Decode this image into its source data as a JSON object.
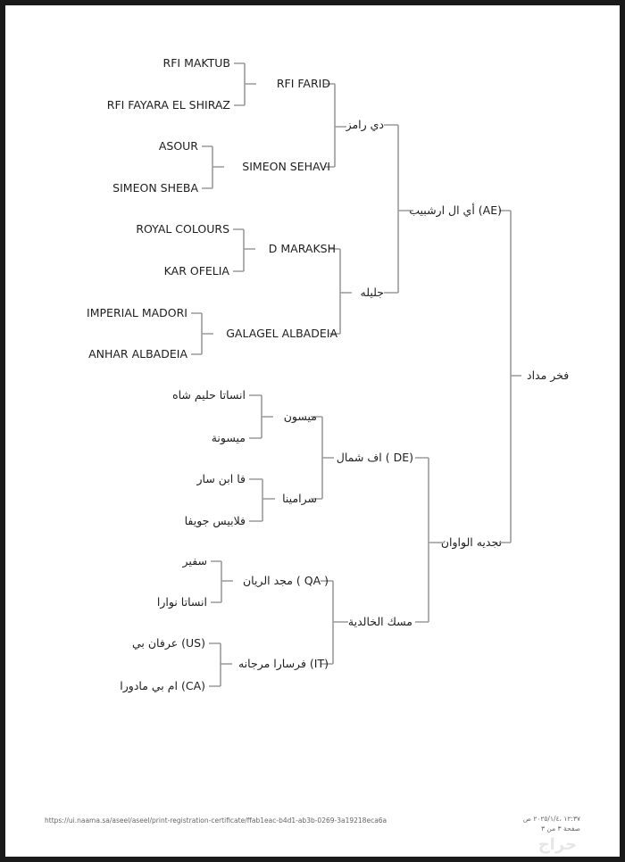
{
  "pedigree": {
    "subject": "فخر مداد",
    "sire": "أي ال ارشبيب (AE)",
    "dam": "نجديه الواوان",
    "sire_sire": "دي رامز",
    "sire_dam": "جليله",
    "dam_sire": "اف شمال ( DE)",
    "dam_dam": "مسك الخالدية",
    "g3": [
      "RFI FARID",
      "SIMEON SEHAVI",
      "D MARAKSH",
      "GALAGEL ALBADEIA",
      "ميسون",
      "سرامينا",
      "مجد الريان ( QA )",
      "فرسارا مرجانه (IT)"
    ],
    "g4": [
      "RFI MAKTUB",
      "RFI FAYARA EL SHIRAZ",
      "ASOUR",
      "SIMEON SHEBA",
      "ROYAL COLOURS",
      "KAR OFELIA",
      "IMPERIAL MADORI",
      "ANHAR ALBADEIA",
      "انساتا حليم شاه",
      "ميسونة",
      "فا ابن سار",
      "فلابيس جويفا",
      "سفير",
      "انساتا نوارا",
      "عرفان بي (US)",
      "ام بي مادورا (CA)"
    ]
  },
  "footer": {
    "url": "https://ui.naama.sa/aseel/aseel/print-registration-certificate/ffab1eac-b4d1-ab3b-0269-3a19218eca6a",
    "datetime": "١٢:٣٧ ،٢٠٢٥/١/٤ ص",
    "page": "صفحة ٣ من ٣"
  },
  "watermark": "حراج"
}
